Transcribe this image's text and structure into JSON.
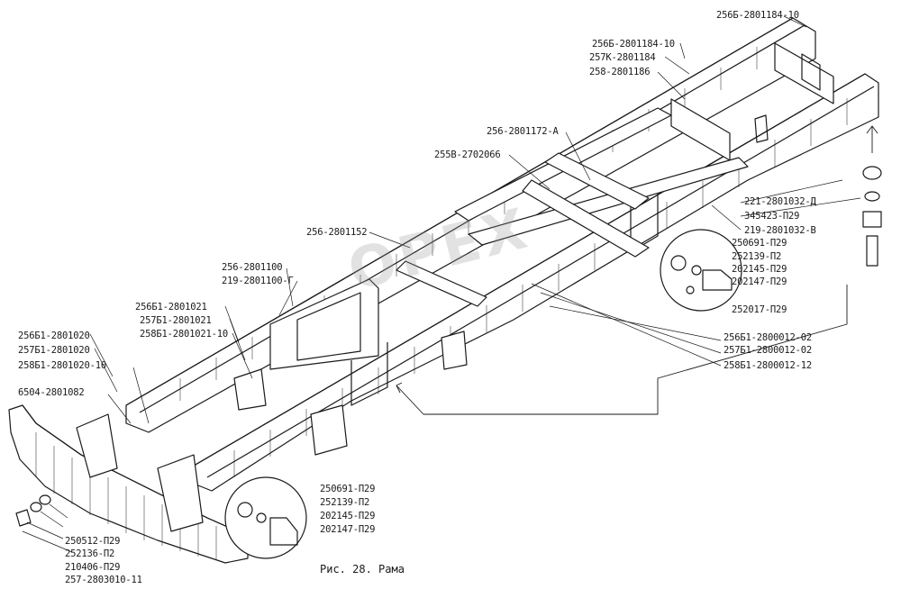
{
  "caption": "Рис. 28. Рама",
  "watermark": "OPEX",
  "colors": {
    "ink": "#1a1a1a",
    "watermark": "#9a9a9a",
    "background": "#ffffff"
  },
  "labels": [
    "256Б-2801184-10",
    "256Б-2801184-10",
    "257К-2801184",
    "258-2801186",
    "256-2801172-А",
    "255В-2702066",
    "221-2801032-Д",
    "345423-П29",
    "219-2801032-В",
    "256-2801152",
    "250691-П29",
    "252139-П2",
    "202145-П29",
    "202147-П29",
    "256-2801100",
    "219-2801100-Г",
    "252017-П29",
    "256Б1-2801021",
    "257Б1-2801021",
    "258Б1-2801021-10",
    "256Б1-2800012-02",
    "257Б1-2800012-02",
    "258Б1-2800012-12",
    "256Б1-2801020",
    "257Б1-2801020",
    "258Б1-2801020-10",
    "6504-2801082",
    "250691-П29",
    "252139-П2",
    "202145-П29",
    "202147-П29",
    "250512-П29",
    "252136-П2",
    "210406-П29",
    "257-2803010-11"
  ]
}
